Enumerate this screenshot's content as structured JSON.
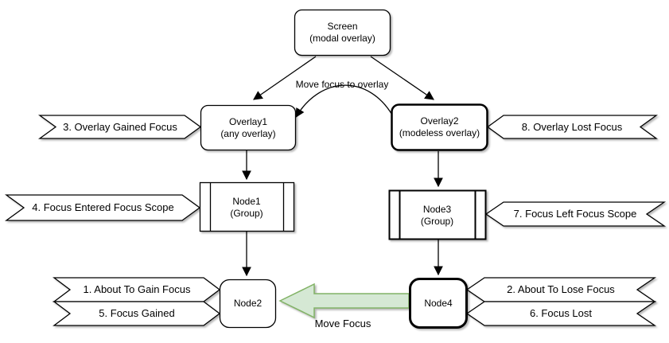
{
  "diagram": {
    "title_hint": "Focus event flow diagram",
    "nodes": {
      "screen": {
        "line1": "Screen",
        "line2": "(modal overlay)"
      },
      "overlay1": {
        "line1": "Overlay1",
        "line2": "(any overlay)"
      },
      "overlay2": {
        "line1": "Overlay2",
        "line2": "(modeless overlay)"
      },
      "node1": {
        "line1": "Node1",
        "line2": "(Group)"
      },
      "node3": {
        "line1": "Node3",
        "line2": "(Group)"
      },
      "node2": {
        "line1": "Node2"
      },
      "node4": {
        "line1": "Node4"
      }
    },
    "banners": {
      "b3": "3. Overlay Gained Focus",
      "b8": "8. Overlay Lost Focus",
      "b4": "4. Focus Entered Focus Scope",
      "b7": "7. Focus Left Focus Scope",
      "b1": "1. About To Gain Focus",
      "b5": "5. Focus Gained",
      "b2": "2. About To Lose Focus",
      "b6": "6. Focus Lost"
    },
    "edge_labels": {
      "move_focus_to_overlay": "Move focus to overlay",
      "move_focus": "Move Focus"
    },
    "colors": {
      "node_fill": "#ffffff",
      "node_border": "#000000",
      "green_arrow_fill": "#d5e8d4",
      "green_arrow_border": "#82b366"
    }
  }
}
